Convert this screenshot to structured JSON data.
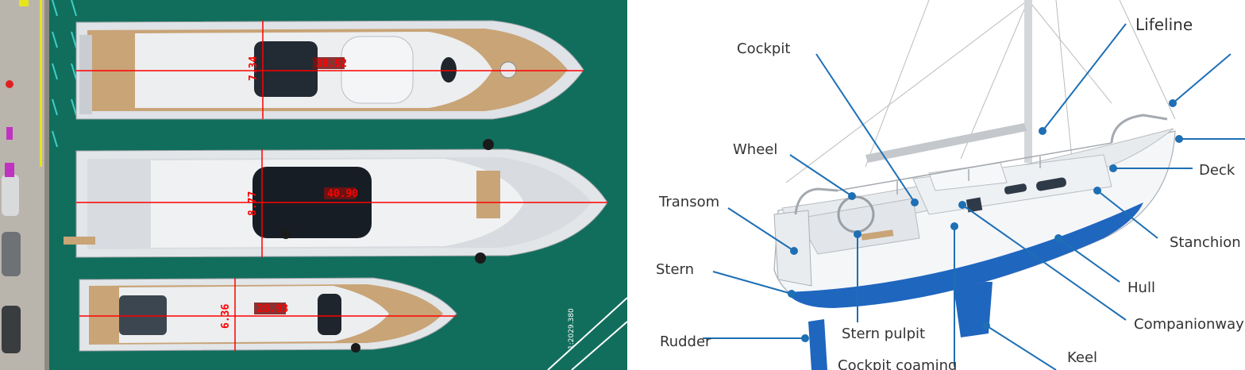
{
  "aerial_photo": {
    "measurements": [
      {
        "length": "38.92",
        "beam": "7.34"
      },
      {
        "length": "40.90",
        "beam": "8.77"
      },
      {
        "length": "28.93",
        "beam": "6.36"
      }
    ],
    "scale_note": "1:2029.380",
    "colors": {
      "water": "#13705f",
      "annotation": "#ff0000",
      "hull": "#e9ebee",
      "teak": "#c8a477"
    }
  },
  "diagram": {
    "callout_color": "#1e6fb4",
    "hull_accent": "#1f66bf",
    "labels": {
      "cockpit": "Cockpit",
      "lifeline": "Lifeline",
      "wheel": "Wheel",
      "transom": "Transom",
      "stern": "Stern",
      "rudder": "Rudder",
      "stern_pulpit": "Stern pulpit",
      "cockpit_coaming": "Cockpit coaming",
      "keel": "Keel",
      "companionway": "Companionway",
      "hull": "Hull",
      "stanchion": "Stanchion",
      "deck": "Deck"
    }
  }
}
